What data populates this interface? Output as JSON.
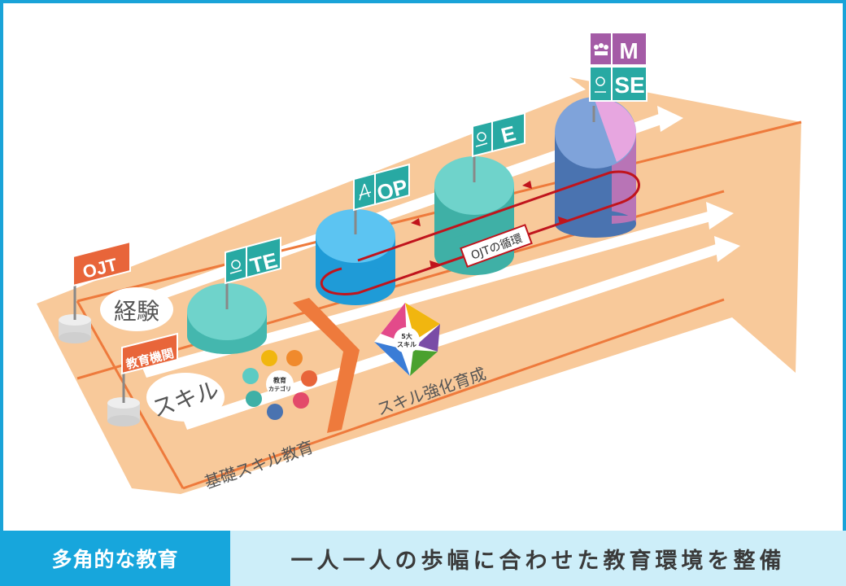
{
  "diagram": {
    "tracks": {
      "experience": "経験",
      "skill": "スキル",
      "basic_education": "基礎スキル教育",
      "skill_development": "スキル強化育成"
    },
    "flags": {
      "ojt": "OJT",
      "institution": "教育機関",
      "te": "TE",
      "op": "OP",
      "e": "E",
      "se": "SE",
      "m": "M"
    },
    "cycle_label": "OJTの循環",
    "education_category": {
      "line1": "教育",
      "line2": "カテゴリ"
    },
    "five_skills": {
      "line1": "5大",
      "line2": "スキル"
    }
  },
  "caption": {
    "left": "多角的な教育",
    "right": "一人一人の歩幅に合わせた教育環境を整備"
  },
  "colors": {
    "border_blue": "#1aa3d8",
    "arrow_peach": "#f8c99a",
    "line_orange": "#ee7a3c",
    "flag_orange": "#e8653a",
    "flag_teal": "#28a9a3",
    "flag_purple": "#a45ba6",
    "cyl_teal": "#5ccbc3",
    "cyl_blue": "#3fb4ea",
    "cycle_red": "#c0141c"
  },
  "icons": [
    "helmet-worker-icon",
    "compass-icon",
    "people-group-icon",
    "lightbulb-icon",
    "gear-icon",
    "person-icon"
  ]
}
